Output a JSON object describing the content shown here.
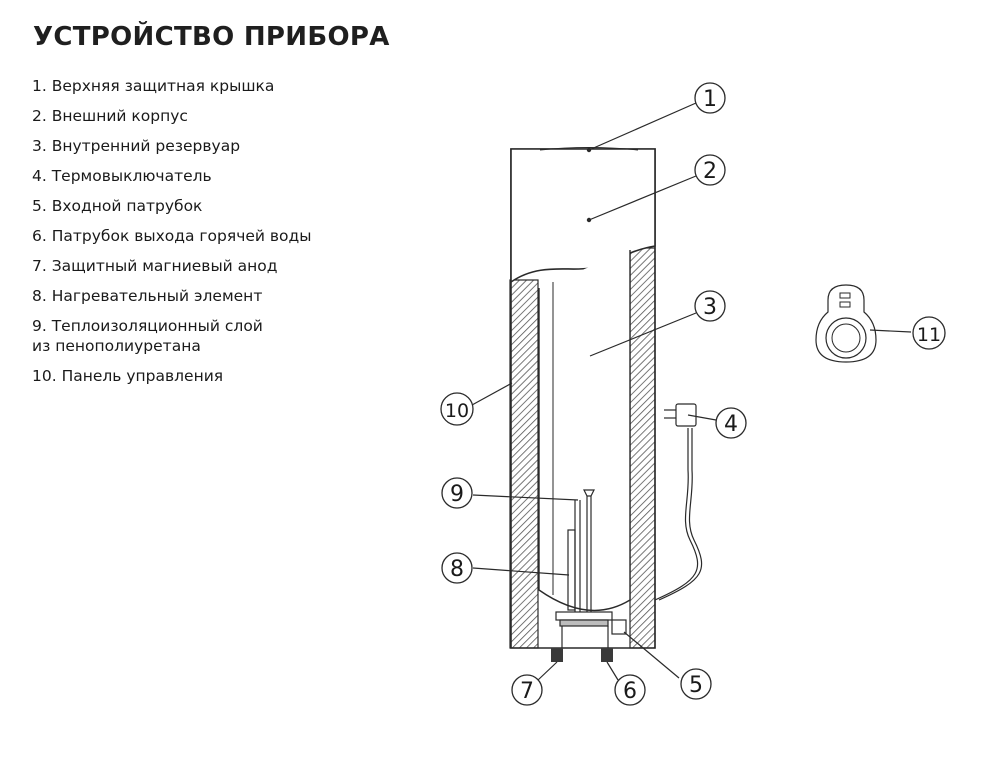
{
  "title": "УСТРОЙСТВО ПРИБОРА",
  "legend": [
    "1. Верхняя защитная крышка",
    "2. Внешний корпус",
    "3. Внутренний резервуар",
    "4. Термовыключатель",
    "5. Входной патрубок",
    "6. Патрубок выхода горячей воды",
    "7. Защитный магниевый анод",
    "8. Нагревательный элемент",
    "9. Теплоизоляционный слой\n    из пенополиуретана",
    "10. Панель управления"
  ],
  "callouts": [
    "1",
    "2",
    "3",
    "4",
    "5",
    "6",
    "7",
    "8",
    "9",
    "10",
    "11"
  ]
}
